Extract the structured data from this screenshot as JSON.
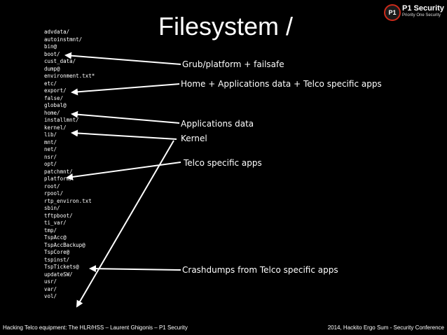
{
  "slide": {
    "title": "Filesystem /",
    "logo": {
      "badge": "P1",
      "name": "P1 Security",
      "tagline": "Priority One Security",
      "accent_color": "#cc2a1a"
    },
    "listing": [
      "advdata/",
      "autoinstmnt/",
      "bin@",
      "boot/",
      "cust_data/",
      "dump@",
      "environment.txt*",
      "etc/",
      "export/",
      "false/",
      "global@",
      "home/",
      "installmnt/",
      "kernel/",
      "lib/",
      "mnt/",
      "net/",
      "nsr/",
      "opt/",
      "patchmnt/",
      "platform/",
      "root/",
      "rpool/",
      "rtp_environ.txt",
      "sbin/",
      "tftpboot/",
      "ti_var/",
      "tmp/",
      "TspAcc@",
      "TspAccBackup@",
      "TspCore@",
      "tspinst/",
      "TspTickets@",
      "updateSW/",
      "usr/",
      "var/",
      "vol/"
    ],
    "annotations": {
      "grub": "Grub/platform + failsafe",
      "home": "Home + Applications data + Telco specific apps",
      "appdata": "Applications data",
      "kernel": "Kernel",
      "telco": "Telco specific apps",
      "crash": "Crashdumps from Telco specific apps"
    },
    "footer": {
      "left": "Hacking Telco equipment: The HLR/HSS – Laurent Ghigonis – P1 Security",
      "right": "2014, Hackito Ergo Sum - Security Conference"
    }
  }
}
